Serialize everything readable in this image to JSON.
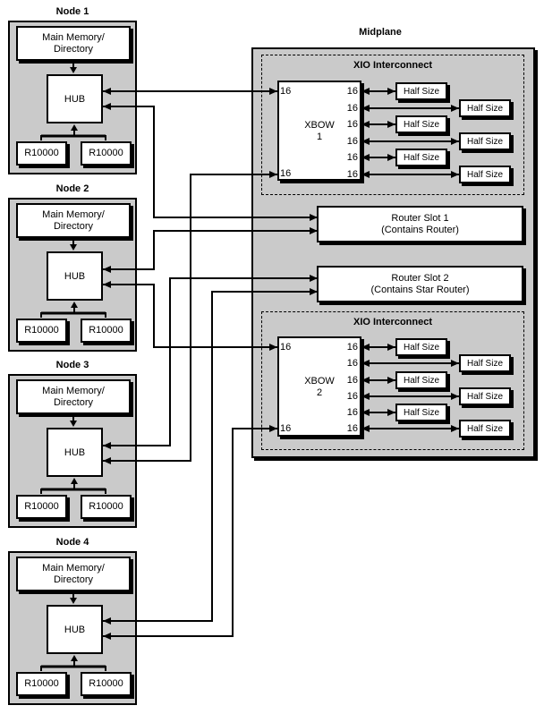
{
  "nodes": [
    {
      "title": "Node 1",
      "memory_line1": "Main Memory/",
      "memory_line2": "Directory",
      "hub": "HUB",
      "cpu1": "R10000",
      "cpu2": "R10000"
    },
    {
      "title": "Node 2",
      "memory_line1": "Main Memory/",
      "memory_line2": "Directory",
      "hub": "HUB",
      "cpu1": "R10000",
      "cpu2": "R10000"
    },
    {
      "title": "Node 3",
      "memory_line1": "Main Memory/",
      "memory_line2": "Directory",
      "hub": "HUB",
      "cpu1": "R10000",
      "cpu2": "R10000"
    },
    {
      "title": "Node 4",
      "memory_line1": "Main Memory/",
      "memory_line2": "Directory",
      "hub": "HUB",
      "cpu1": "R10000",
      "cpu2": "R10000"
    }
  ],
  "midplane": {
    "title": "Midplane",
    "xio_sections": [
      {
        "title": "XIO Interconnect",
        "xbow_line1": "XBOW",
        "xbow_line2": "1",
        "port_label": "16",
        "half_size_labels": [
          "Half Size",
          "Half Size",
          "Half Size",
          "Half Size",
          "Half Size",
          "Half Size"
        ]
      },
      {
        "title": "XIO Interconnect",
        "xbow_line1": "XBOW",
        "xbow_line2": "2",
        "port_label": "16",
        "half_size_labels": [
          "Half Size",
          "Half Size",
          "Half Size",
          "Half Size",
          "Half Size",
          "Half Size"
        ]
      }
    ],
    "router_slots": [
      {
        "line1": "Router Slot 1",
        "line2": "(Contains Router)"
      },
      {
        "line1": "Router Slot 2",
        "line2": "(Contains Star Router)"
      }
    ]
  },
  "colors": {
    "panel_gray": "#cacaca",
    "line_black": "#000000",
    "box_white": "#ffffff"
  }
}
